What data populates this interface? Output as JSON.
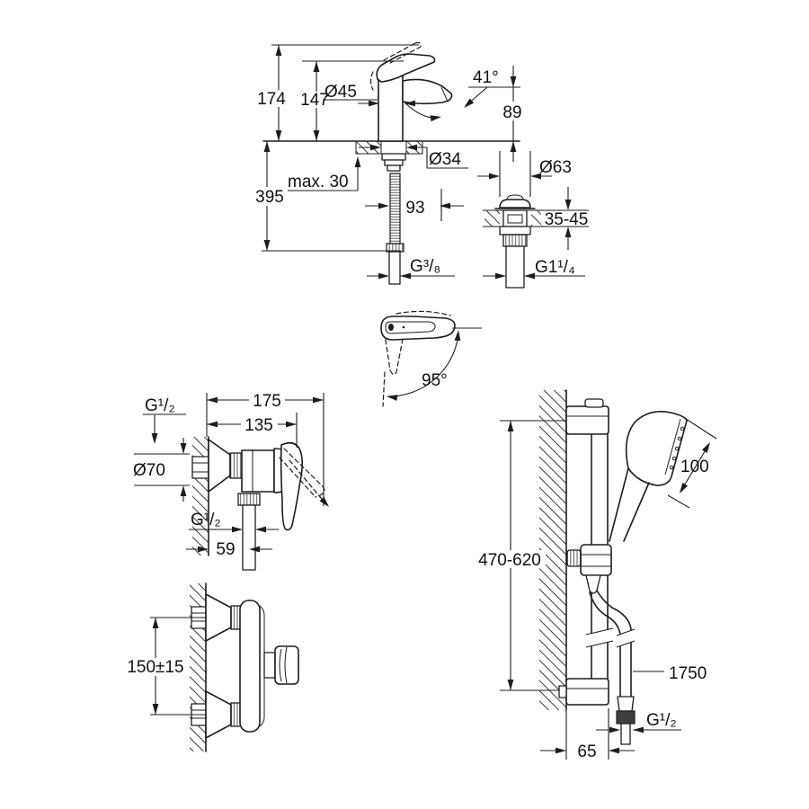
{
  "page": {
    "background": "#ffffff",
    "line_color": "#1d1d1d"
  },
  "drawings": {
    "basin_mixer": {
      "total_height": "174",
      "body_height": "147",
      "base_diameter": "Ø45",
      "spout_angle": "41°",
      "spout_height": "89",
      "max_deck": "max. 30",
      "hole_diameter": "Ø34",
      "hose_drop": "395",
      "projection": "93",
      "supply_thread": "G³/₈"
    },
    "waste_valve": {
      "flange_diameter": "Ø63",
      "deck_range": "35-45",
      "thread": "G1¹/₄"
    },
    "lever_top": {
      "swivel_angle": "95°"
    },
    "shower_mixer": {
      "inlet_thread": "G¹/₂",
      "depth_total": "175",
      "depth_body": "135",
      "escutcheon_diameter": "Ø70",
      "outlet_thread": "G¹/₂",
      "outlet_offset": "59",
      "inlet_spacing": "150±15"
    },
    "shower_set": {
      "head_diameter": "100",
      "bar_range": "470-620",
      "hose_length": "1750",
      "hose_thread": "G¹/₂",
      "wall_offset": "65"
    }
  }
}
